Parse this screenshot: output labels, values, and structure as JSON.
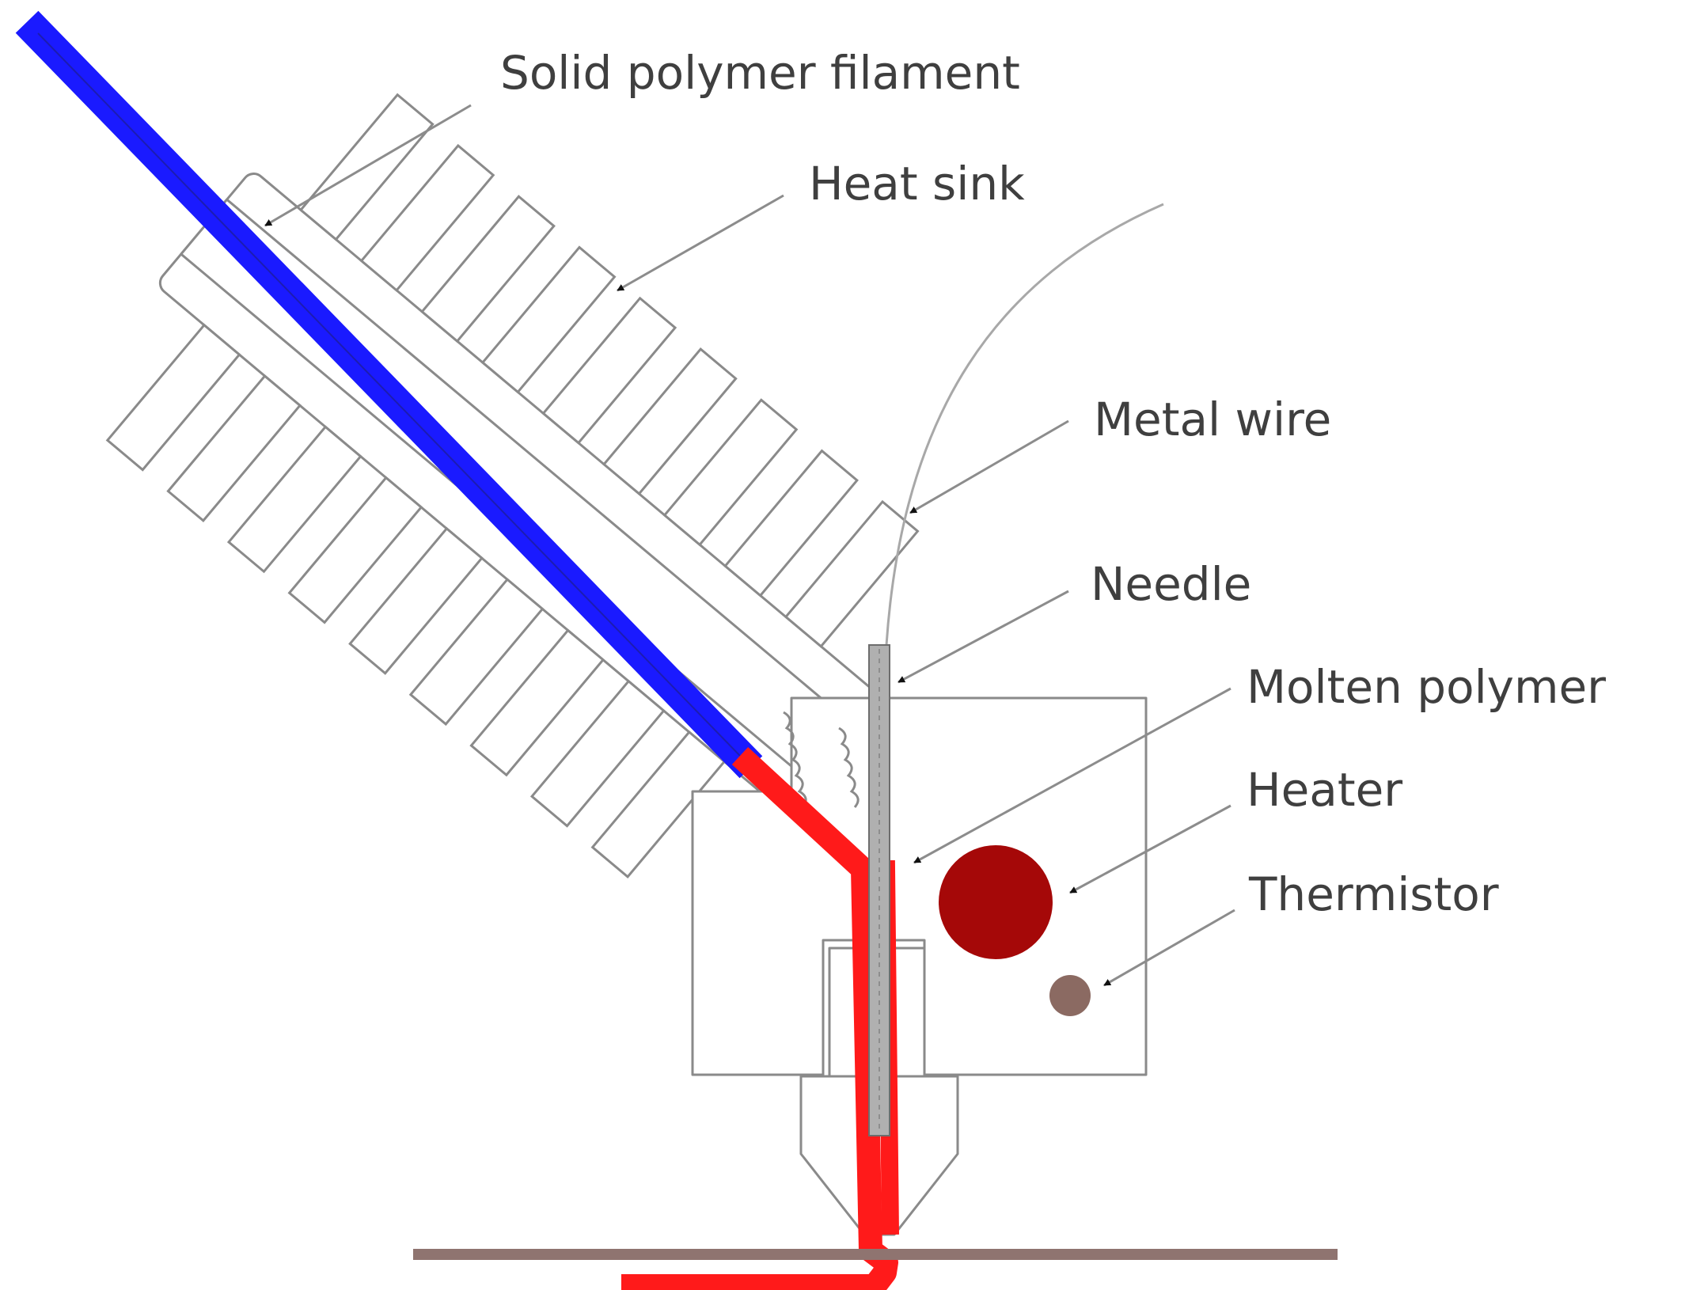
{
  "diagram": {
    "labels": {
      "filament": "Solid polymer filament",
      "heat_sink": "Heat sink",
      "metal_wire": "Metal wire",
      "needle": "Needle",
      "molten_polymer": "Molten polymer",
      "heater": "Heater",
      "thermistor": "Thermistor"
    },
    "colors": {
      "filament": "#1a1aff",
      "molten_polymer": "#ff1a1a",
      "heater": "#a50808",
      "thermistor": "#8b6a62",
      "build_plate": "#8f7470",
      "outline": "#8a8a8a",
      "needle": "#a8a8a8",
      "text": "#3f3f3f"
    }
  }
}
